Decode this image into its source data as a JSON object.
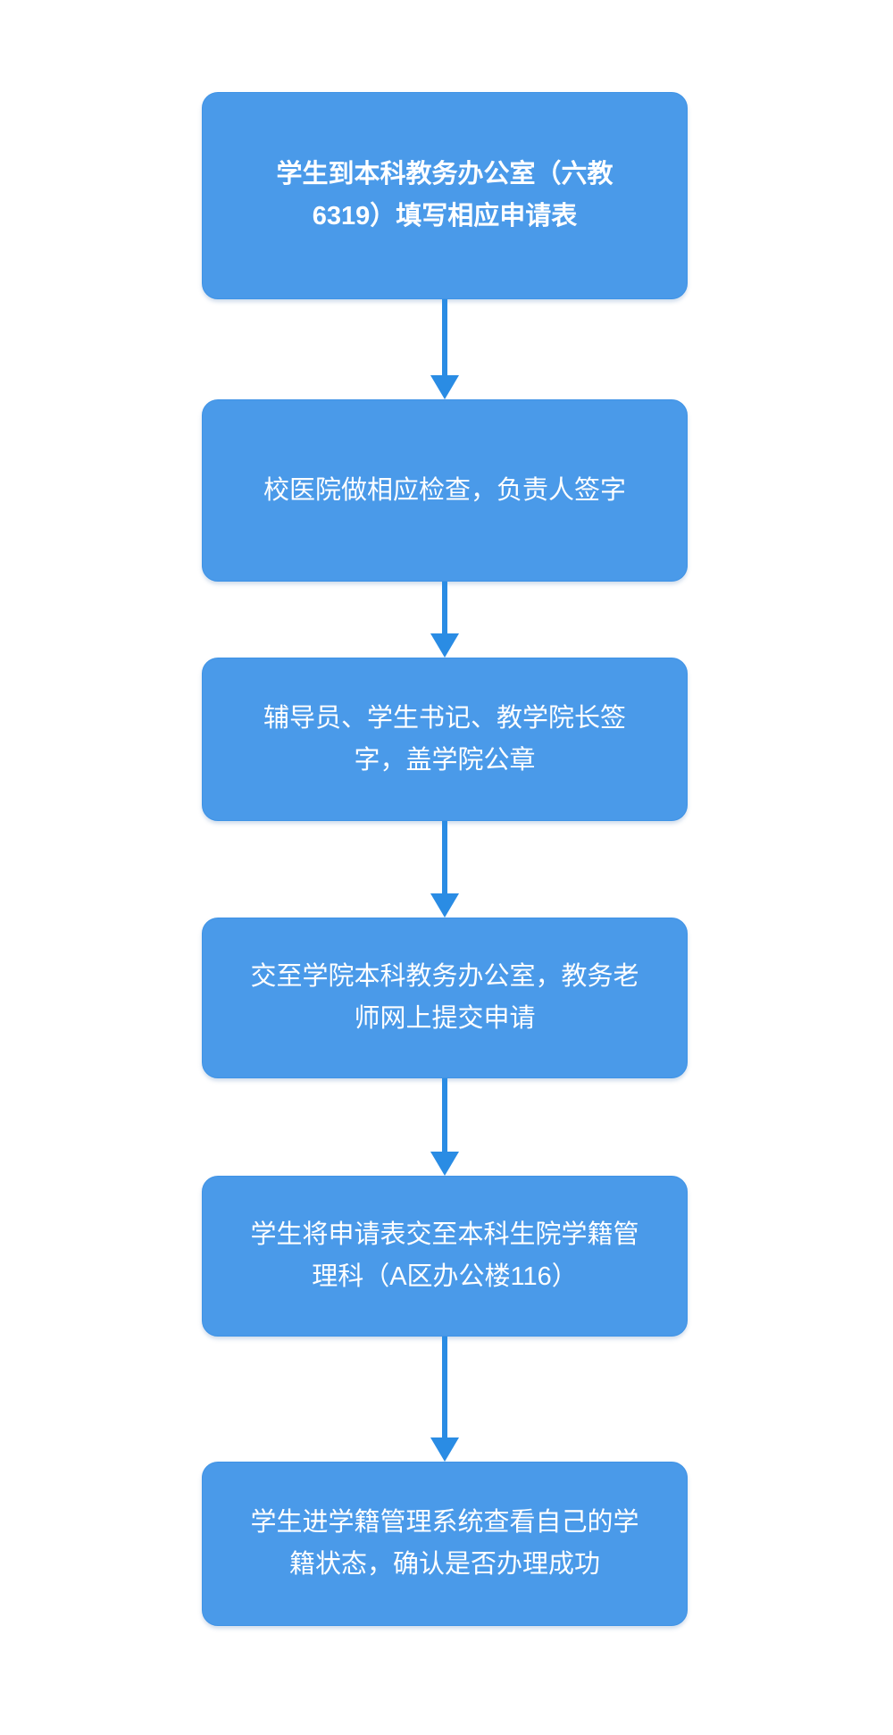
{
  "page": {
    "background_color": "#ffffff"
  },
  "flowchart": {
    "node_fill_color": "#4a9ae9",
    "node_border_color": "#3f93e6",
    "node_text_color": "#ffffff",
    "arrow_color": "#2a8ce4",
    "steps": [
      {
        "text": "学生到本科教务办公室（六教\n6319）填写相应申请表"
      },
      {
        "text": "校医院做相应检查，负责人签字"
      },
      {
        "text": "辅导员、学生书记、教学院长签\n字，盖学院公章"
      },
      {
        "text": "交至学院本科教务办公室，教务老\n师网上提交申请"
      },
      {
        "text": "学生将申请表交至本科生院学籍管\n理科（A区办公楼116）"
      },
      {
        "text": "学生进学籍管理系统查看自己的学\n籍状态，确认是否办理成功"
      }
    ]
  }
}
